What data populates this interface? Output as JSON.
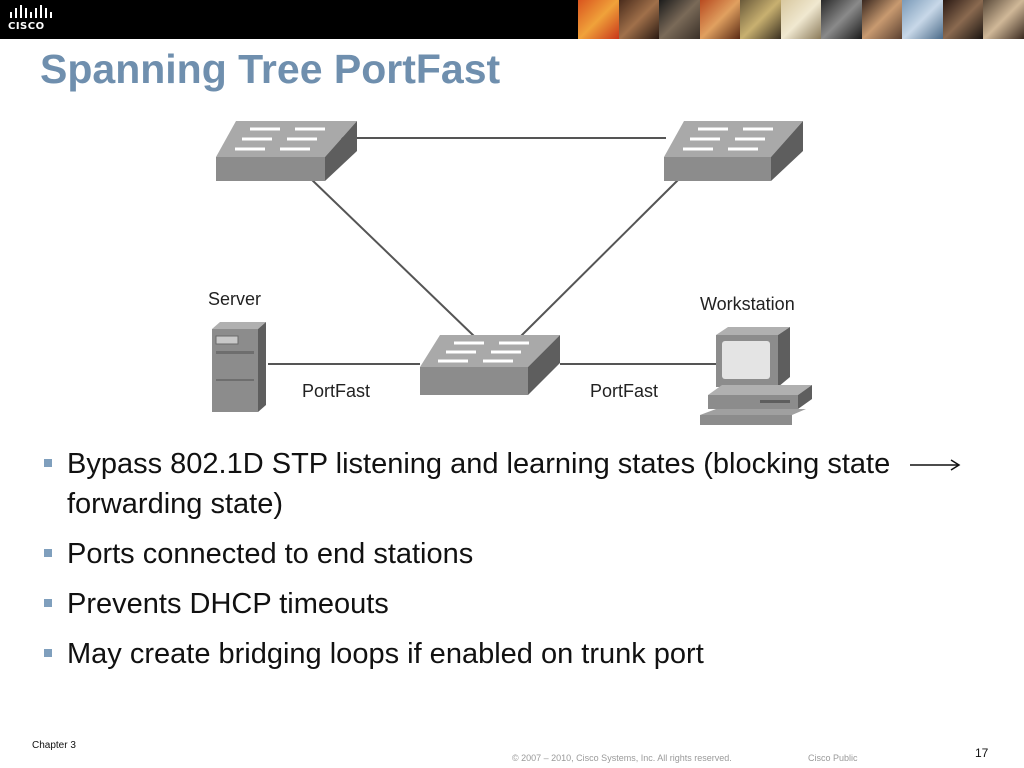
{
  "header": {
    "logo_text": "CISCO"
  },
  "slide": {
    "title": "Spanning Tree PortFast"
  },
  "diagram": {
    "server_label": "Server",
    "workstation_label": "Workstation",
    "left_port_label": "PortFast",
    "right_port_label": "PortFast"
  },
  "bullets": {
    "item1_part1": "Bypass 802.1D STP listening and learning states (blocking state",
    "item1_part2": "forwarding state)",
    "item2": "Ports connected to end stations",
    "item3": "Prevents DHCP timeouts",
    "item4": "May create bridging loops if enabled on trunk port"
  },
  "footer": {
    "chapter": "Chapter 3",
    "copyright": "© 2007 – 2010, Cisco Systems, Inc. All rights reserved.",
    "classification": "Cisco Public",
    "page_number": "17"
  },
  "colors": {
    "title": "#6f8fae",
    "bullet_marker": "#7f9fbd",
    "switch_top": "#a9a9a9",
    "switch_front": "#8c8c8c",
    "switch_side": "#5e5e5e"
  }
}
